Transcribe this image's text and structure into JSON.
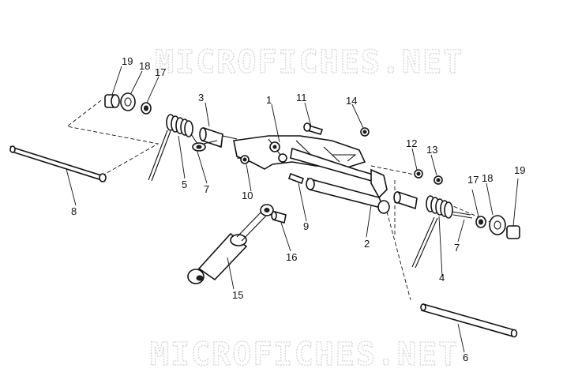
{
  "watermark": {
    "top": "MICROFICHES.NET",
    "bottom": "MICROFICHES.NET"
  },
  "callouts": {
    "c1": "1",
    "c2": "2",
    "c3": "3",
    "c4": "4",
    "c5": "5",
    "c6": "6",
    "c7_left": "7",
    "c7_right": "7",
    "c8": "8",
    "c9": "9",
    "c10": "10",
    "c11": "11",
    "c12": "12",
    "c13": "13",
    "c14": "14",
    "c15": "15",
    "c16": "16",
    "c17_left": "17",
    "c17_right": "17",
    "c18_left": "18",
    "c18_right": "18",
    "c19_left": "19",
    "c19_right": "19"
  }
}
